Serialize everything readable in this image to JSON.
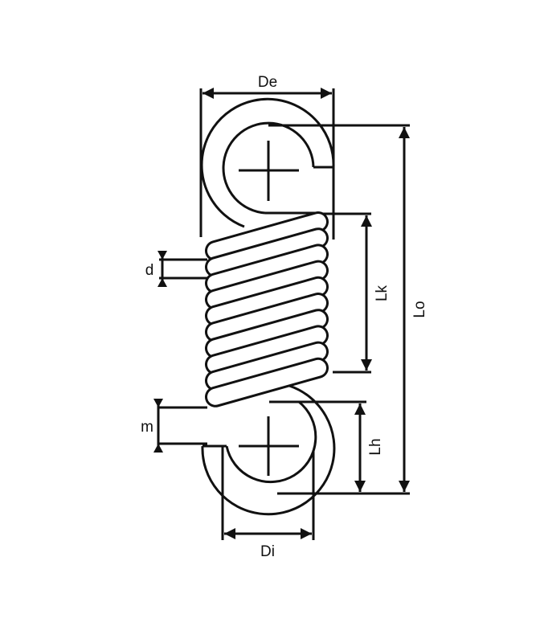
{
  "labels": {
    "outer_diameter": "De",
    "inner_diameter": "Di",
    "wire_diameter": "d",
    "body_length": "Lk",
    "free_length": "Lo",
    "hook_length": "Lh",
    "hook_gap": "m"
  },
  "spring": {
    "coil_count": 10
  },
  "colors": {
    "line": "#111111",
    "background": "#ffffff"
  }
}
